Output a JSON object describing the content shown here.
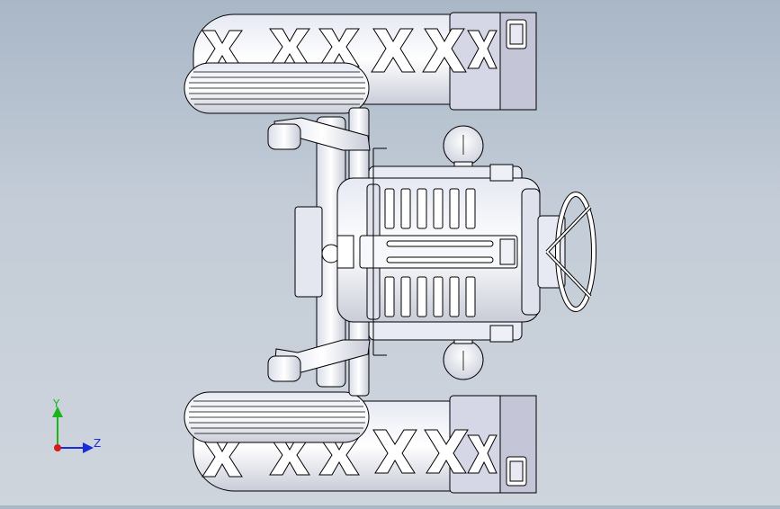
{
  "viewport": {
    "background_top": "#a9b7c7",
    "background_bottom": "#cfd5dd",
    "model": "tractor-top-view"
  },
  "triad": {
    "y_label": "Y",
    "z_label": "Z",
    "y_color": "#1bb51b",
    "z_color": "#1a2bd8",
    "x_color": "#d81a1a"
  }
}
